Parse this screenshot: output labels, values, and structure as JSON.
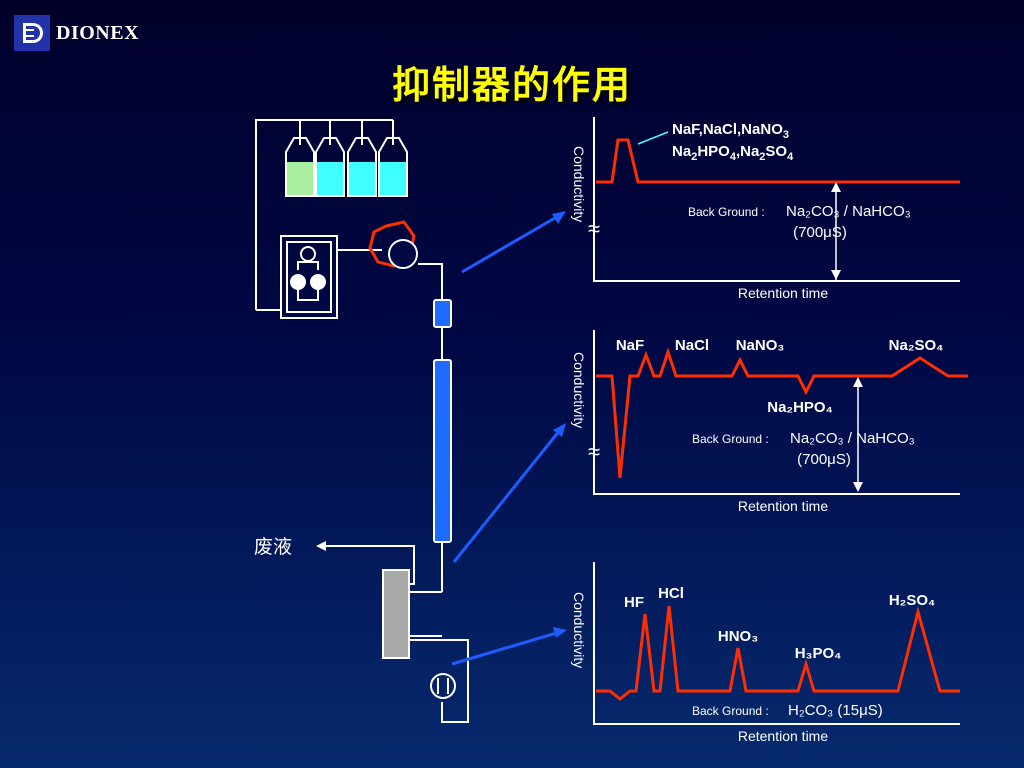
{
  "logo": {
    "text": "DIONEX",
    "icon": "dionex-d-logo"
  },
  "title": "抑制器的作用",
  "waste_label": "废液",
  "colors": {
    "trace": "#ff2e00",
    "pipe": "#ffffff",
    "arrow": "#1e5cff",
    "title": "#ffff00",
    "column": "#1e6bff",
    "suppressor": "#a8a8a8",
    "eluent_green": "#a8f0a0",
    "eluent_cyan": "#40ffff"
  },
  "charts": [
    {
      "ylabel": "Conductivity",
      "xlabel": "Retention time",
      "peak_label_lines": [
        {
          "base": "NaF,NaCl,NaNO",
          "sub": "3",
          "rest": ""
        },
        {
          "base": "Na",
          "sub": "2",
          "rest": "HPO",
          "sub2": "4",
          "rest2": ",Na",
          "sub3": "2",
          "rest3": "SO",
          "sub4": "4"
        }
      ],
      "background_prefix": "Back Ground :",
      "background_formula": "Na₂CO₃ / NaHCO₃",
      "background_value": "(700μS)"
    },
    {
      "ylabel": "Conductivity",
      "xlabel": "Retention time",
      "peaks": [
        "NaF",
        "NaCl",
        "NaNO₃",
        "Na₂SO₄",
        "Na₂HPO₄"
      ],
      "background_prefix": "Back Ground :",
      "background_formula": "Na₂CO₃ / NaHCO₃",
      "background_value": "(700μS)"
    },
    {
      "ylabel": "Conductivity",
      "xlabel": "Retention time",
      "peaks": [
        "HF",
        "HCl",
        "HNO₃",
        "H₃PO₄",
        "H₂SO₄"
      ],
      "background_prefix": "Back Ground :",
      "background_formula": "H₂CO₃ (15μS)"
    }
  ]
}
